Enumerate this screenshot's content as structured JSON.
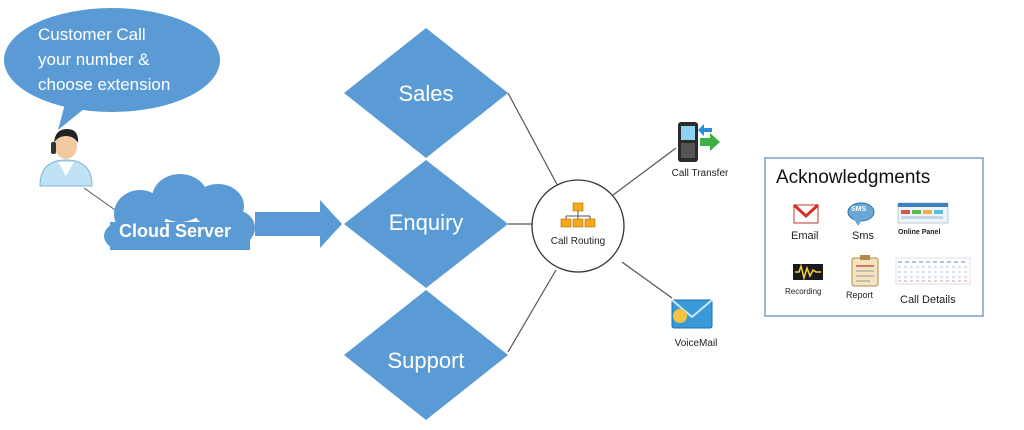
{
  "speech_bubble": {
    "line1": "Customer Call",
    "line2": "your number &",
    "line3": "choose extension"
  },
  "cloud": {
    "label": "Cloud Server"
  },
  "departments": {
    "sales": "Sales",
    "enquiry": "Enquiry",
    "support": "Support"
  },
  "router": {
    "label": "Call Routing"
  },
  "endpoints": {
    "call_transfer": "Call Transfer",
    "voicemail": "VoiceMail"
  },
  "acknowledgments": {
    "title": "Acknowledgments",
    "email": "Email",
    "sms": "Sms",
    "sms_badge": "SMS",
    "online_panel": "Online Panel",
    "recording": "Recording",
    "report": "Report",
    "call_details": "Call Details"
  },
  "colors": {
    "shape_blue": "#5b9bd5",
    "shape_stroke": "#41719c",
    "line": "#555555",
    "white": "#ffffff"
  },
  "icons": {
    "customer": "person-phone-icon",
    "router": "org-chart-icon",
    "call_transfer": "phone-transfer-icon",
    "voicemail": "envelope-icon",
    "email": "gmail-icon",
    "sms": "sms-bubble-icon",
    "online_panel": "dashboard-icon",
    "recording": "waveform-icon",
    "report": "clipboard-icon",
    "call_details": "table-icon"
  }
}
